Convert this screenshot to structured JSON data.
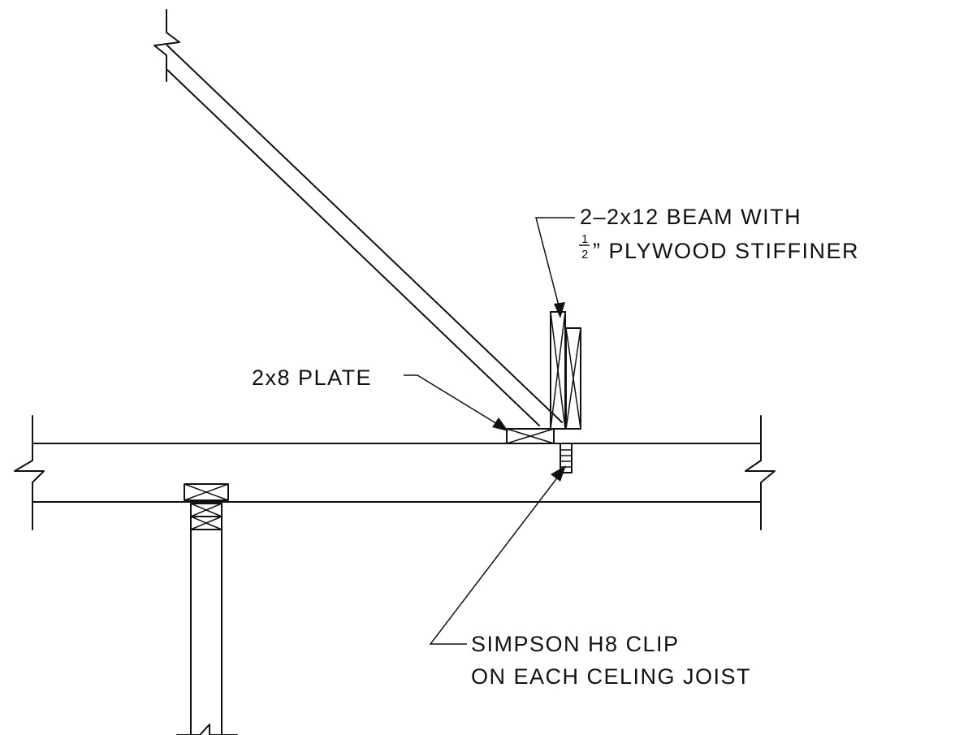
{
  "labels": {
    "beam_line1": "2–2x12 BEAM WITH",
    "beam_fraction_num": "1",
    "beam_fraction_den": "2",
    "beam_line2": "” PLYWOOD STIFFINER",
    "plate": "2x8 PLATE",
    "clip_line1": "SIMPSON H8 CLIP",
    "clip_line2": "ON EACH CELING JOIST"
  }
}
